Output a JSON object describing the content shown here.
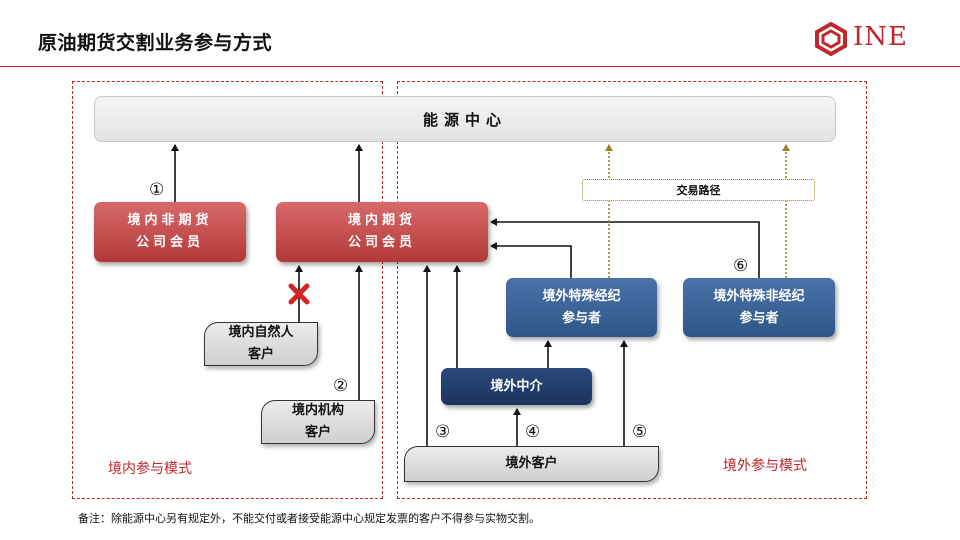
{
  "page": {
    "title": "原油期货交割业务参与方式"
  },
  "logo": {
    "text": "INE",
    "color": "#c0272d"
  },
  "diagram": {
    "energy_center": "能源中心",
    "domestic_nonfutures_member": {
      "line1": "境内非期货",
      "line2": "公司会员"
    },
    "domestic_futures_member": {
      "line1": "境内期货",
      "line2": "公司会员"
    },
    "overseas_special_broker": {
      "line1": "境外特殊经纪",
      "line2": "参与者"
    },
    "overseas_special_nonbroker": {
      "line1": "境外特殊非经纪",
      "line2": "参与者"
    },
    "overseas_intermediary": "境外中介",
    "domestic_individual_client": {
      "line1": "境内自然人",
      "line2": "客户"
    },
    "domestic_institution_client": {
      "line1": "境内机构",
      "line2": "客户"
    },
    "overseas_client": "境外客户",
    "path_legend": "交易路径",
    "markers": [
      "①",
      "②",
      "③",
      "④",
      "⑤",
      "⑥"
    ],
    "zone_domestic": "境内参与模式",
    "zone_overseas": "境外参与模式",
    "colors": {
      "accent": "#c0272d",
      "red_box": "#c04646",
      "blue_box": "#3a629a",
      "navy_box": "#1f3a68",
      "path": "#a08020"
    }
  },
  "footnote": "备注：除能源中心另有规定外，不能交付或者接受能源中心规定发票的客户不得参与实物交割。"
}
